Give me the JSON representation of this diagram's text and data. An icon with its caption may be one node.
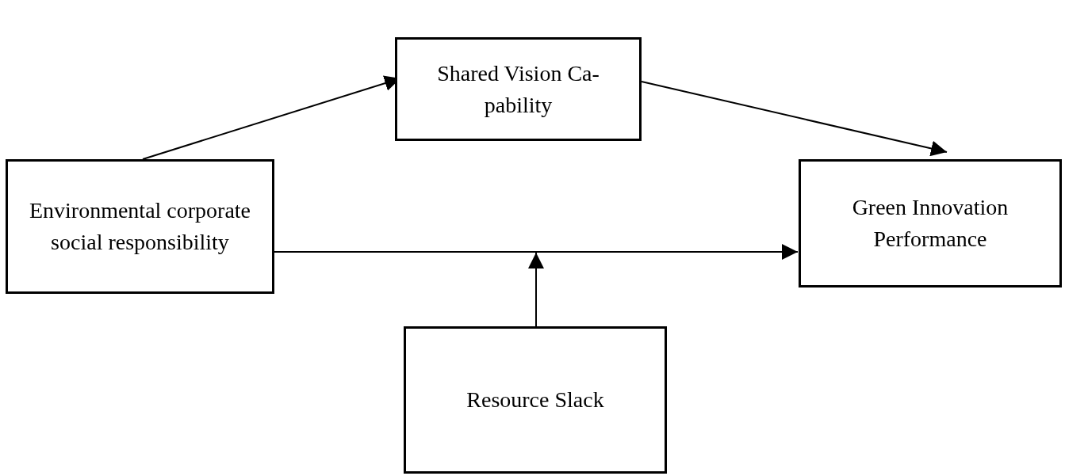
{
  "diagram": {
    "nodes": [
      {
        "text": [
          "Shared Vision Ca- pability"
        ]
      },
      {
        "text": [
          "Environmental corporate social responsibility"
        ]
      },
      {
        "text": [
          "Green Innovation Performance"
        ]
      },
      {
        "text": [
          "Resource Slack"
        ]
      }
    ],
    "edges": [
      {
        "from": 1,
        "to": 0,
        "arrow": "to"
      },
      {
        "from": 0,
        "to": 2,
        "arrow": "to"
      },
      {
        "from": 1,
        "to": 2,
        "arrow": "to"
      },
      {
        "from": 3,
        "to": null,
        "arrow": "to"
      }
    ]
  }
}
